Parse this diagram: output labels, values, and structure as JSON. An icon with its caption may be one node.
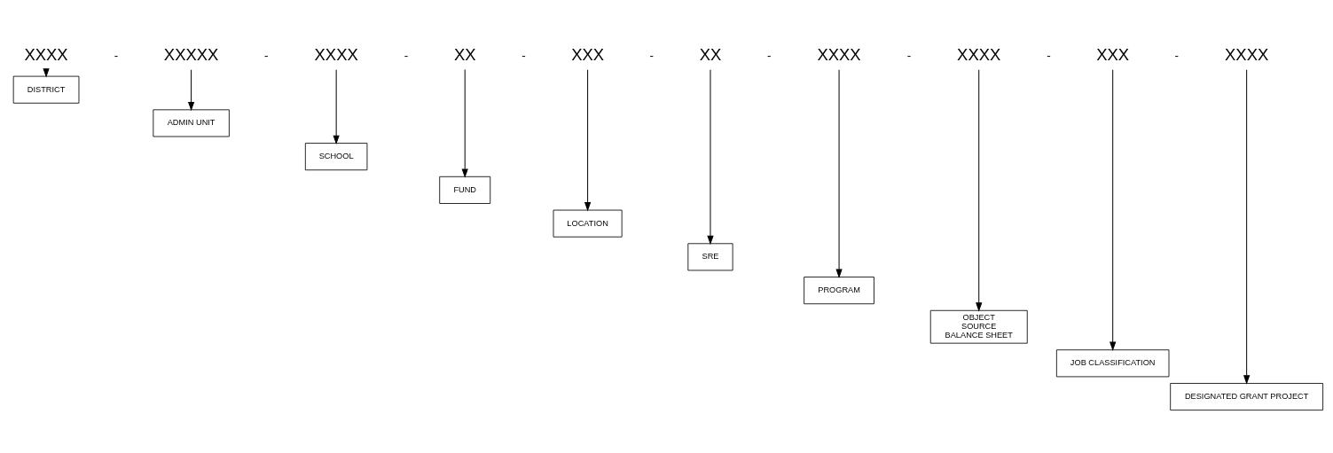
{
  "diagram": {
    "nodes": [
      {
        "text": [
          "XXXX"
        ]
      },
      {
        "text": [
          "XXXXX"
        ]
      },
      {
        "text": [
          "XXXX"
        ]
      },
      {
        "text": [
          "XX"
        ]
      },
      {
        "text": [
          "XXX"
        ]
      },
      {
        "text": [
          "XX"
        ]
      },
      {
        "text": [
          "XXXX"
        ]
      },
      {
        "text": [
          "XXXX"
        ]
      },
      {
        "text": [
          "XXX"
        ]
      },
      {
        "text": [
          "XXXX"
        ]
      },
      {
        "text": [
          "DISTRICT"
        ]
      },
      {
        "text": [
          "ADMIN UNIT"
        ]
      },
      {
        "text": [
          "SCHOOL"
        ]
      },
      {
        "text": [
          "FUND"
        ]
      },
      {
        "text": [
          "LOCATION"
        ]
      },
      {
        "text": [
          "SRE"
        ]
      },
      {
        "text": [
          "PROGRAM"
        ]
      },
      {
        "text": [
          "OBJECT",
          "SOURCE",
          "BALANCE SHEET"
        ]
      },
      {
        "text": [
          "JOB CLASSIFICATION"
        ]
      },
      {
        "text": [
          "DESIGNATED GRANT PROJECT"
        ]
      }
    ],
    "edges": [
      {
        "from": 0,
        "to": 10,
        "arrow": "to"
      },
      {
        "from": 1,
        "to": 11,
        "arrow": "to"
      },
      {
        "from": 2,
        "to": 12,
        "arrow": "to"
      },
      {
        "from": 3,
        "to": 13,
        "arrow": "to"
      },
      {
        "from": 4,
        "to": 14,
        "arrow": "to"
      },
      {
        "from": 5,
        "to": 15,
        "arrow": "to"
      },
      {
        "from": 6,
        "to": 16,
        "arrow": "to"
      },
      {
        "from": 7,
        "to": 17,
        "arrow": "to"
      },
      {
        "from": 8,
        "to": 18,
        "arrow": "to"
      },
      {
        "from": 9,
        "to": 19,
        "arrow": "to"
      }
    ],
    "labels": [
      "-",
      "-",
      "-",
      "-",
      "-",
      "-",
      "-",
      "-",
      "-"
    ]
  }
}
